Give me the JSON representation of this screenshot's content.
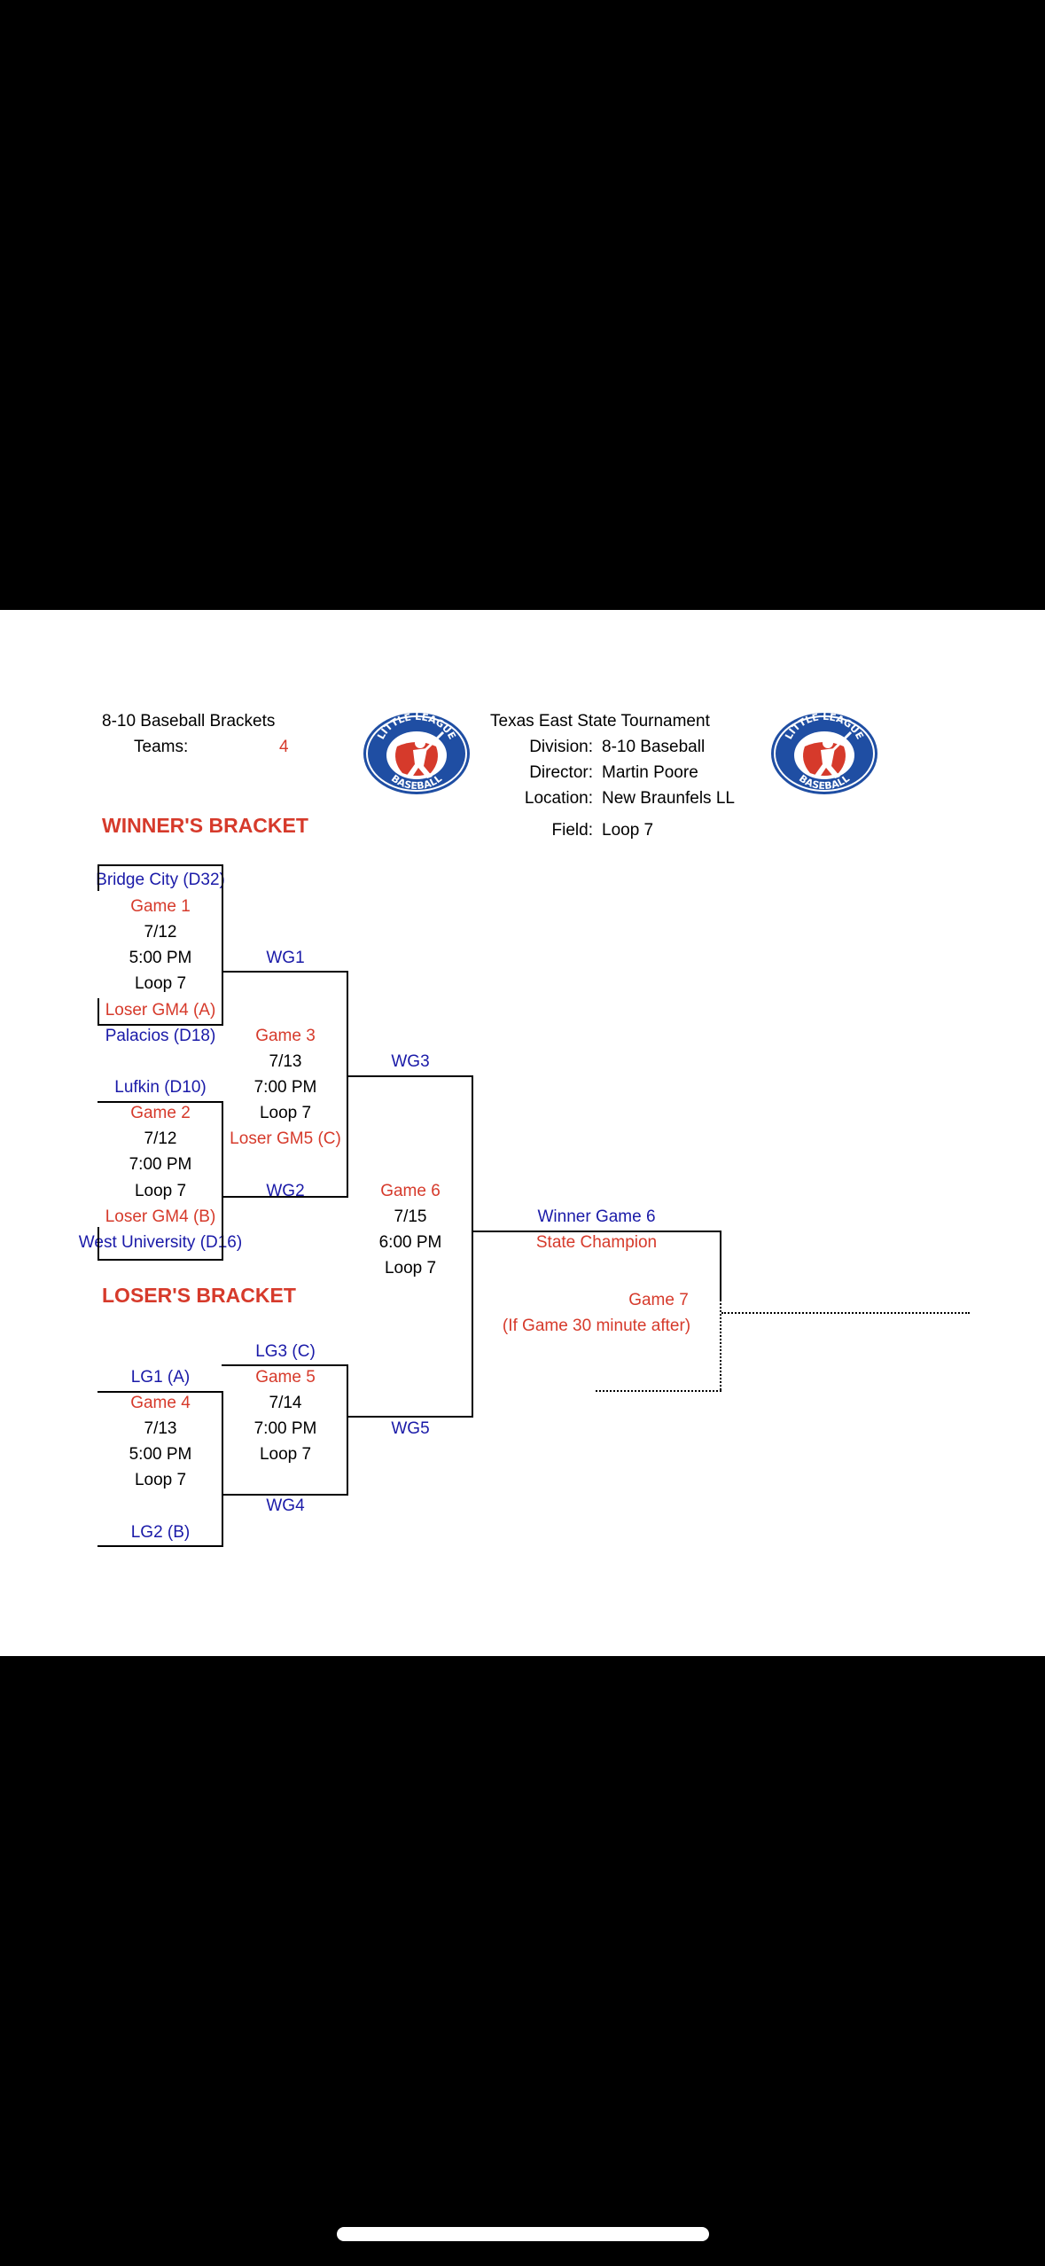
{
  "header": {
    "brackets_title": "8-10 Baseball Brackets",
    "teams_label": "Teams:",
    "teams_count": "4",
    "tournament_title": "Texas East State Tournament",
    "division_label": "Division:",
    "division_value": "8-10 Baseball",
    "director_label": "Director:",
    "director_value": "Martin Poore",
    "location_label": "Location:",
    "location_value": "New Braunfels LL",
    "field_label": "Field:",
    "field_value": "Loop 7",
    "logo_top_text": "LITTLE LEAGUE",
    "logo_bottom_text": "BASEBALL"
  },
  "winners_bracket": {
    "title": "WINNER'S BRACKET",
    "game1": {
      "team_top": "Bridge City (D32)",
      "name": "Game 1",
      "date": "7/12",
      "time": "5:00 PM",
      "field": "Loop 7",
      "note": "Loser GM4 (A)",
      "team_bottom": "Palacios (D18)",
      "winner": "WG1"
    },
    "game2": {
      "team_top": "Lufkin (D10)",
      "name": "Game 2",
      "date": "7/12",
      "time": "7:00 PM",
      "field": "Loop 7",
      "note": "Loser GM4 (B)",
      "team_bottom": "West University (D16)",
      "winner": "WG2"
    },
    "game3": {
      "name": "Game 3",
      "date": "7/13",
      "time": "7:00 PM",
      "field": "Loop 7",
      "note": "Loser GM5 (C)",
      "winner": "WG3"
    },
    "game6": {
      "name": "Game 6",
      "date": "7/15",
      "time": "6:00 PM",
      "field": "Loop 7"
    },
    "final": {
      "winner_label": "Winner Game 6",
      "champion_label": "State Champion",
      "game7_label": "Game 7",
      "game7_note": "(If Game 30 minute after)"
    }
  },
  "losers_bracket": {
    "title": "LOSER'S BRACKET",
    "game4": {
      "team_top": "LG1 (A)",
      "name": "Game 4",
      "date": "7/13",
      "time": "5:00 PM",
      "field": "Loop 7",
      "team_bottom": "LG2 (B)",
      "winner": "WG4"
    },
    "game5": {
      "team_top": "LG3 (C)",
      "name": "Game 5",
      "date": "7/14",
      "time": "7:00 PM",
      "field": "Loop 7",
      "winner": "WG5"
    }
  },
  "colors": {
    "accent_red": "#d63a2b",
    "team_blue": "#1a1aa8",
    "logo_blue": "#1f4ea3",
    "logo_red": "#d63a2b"
  }
}
